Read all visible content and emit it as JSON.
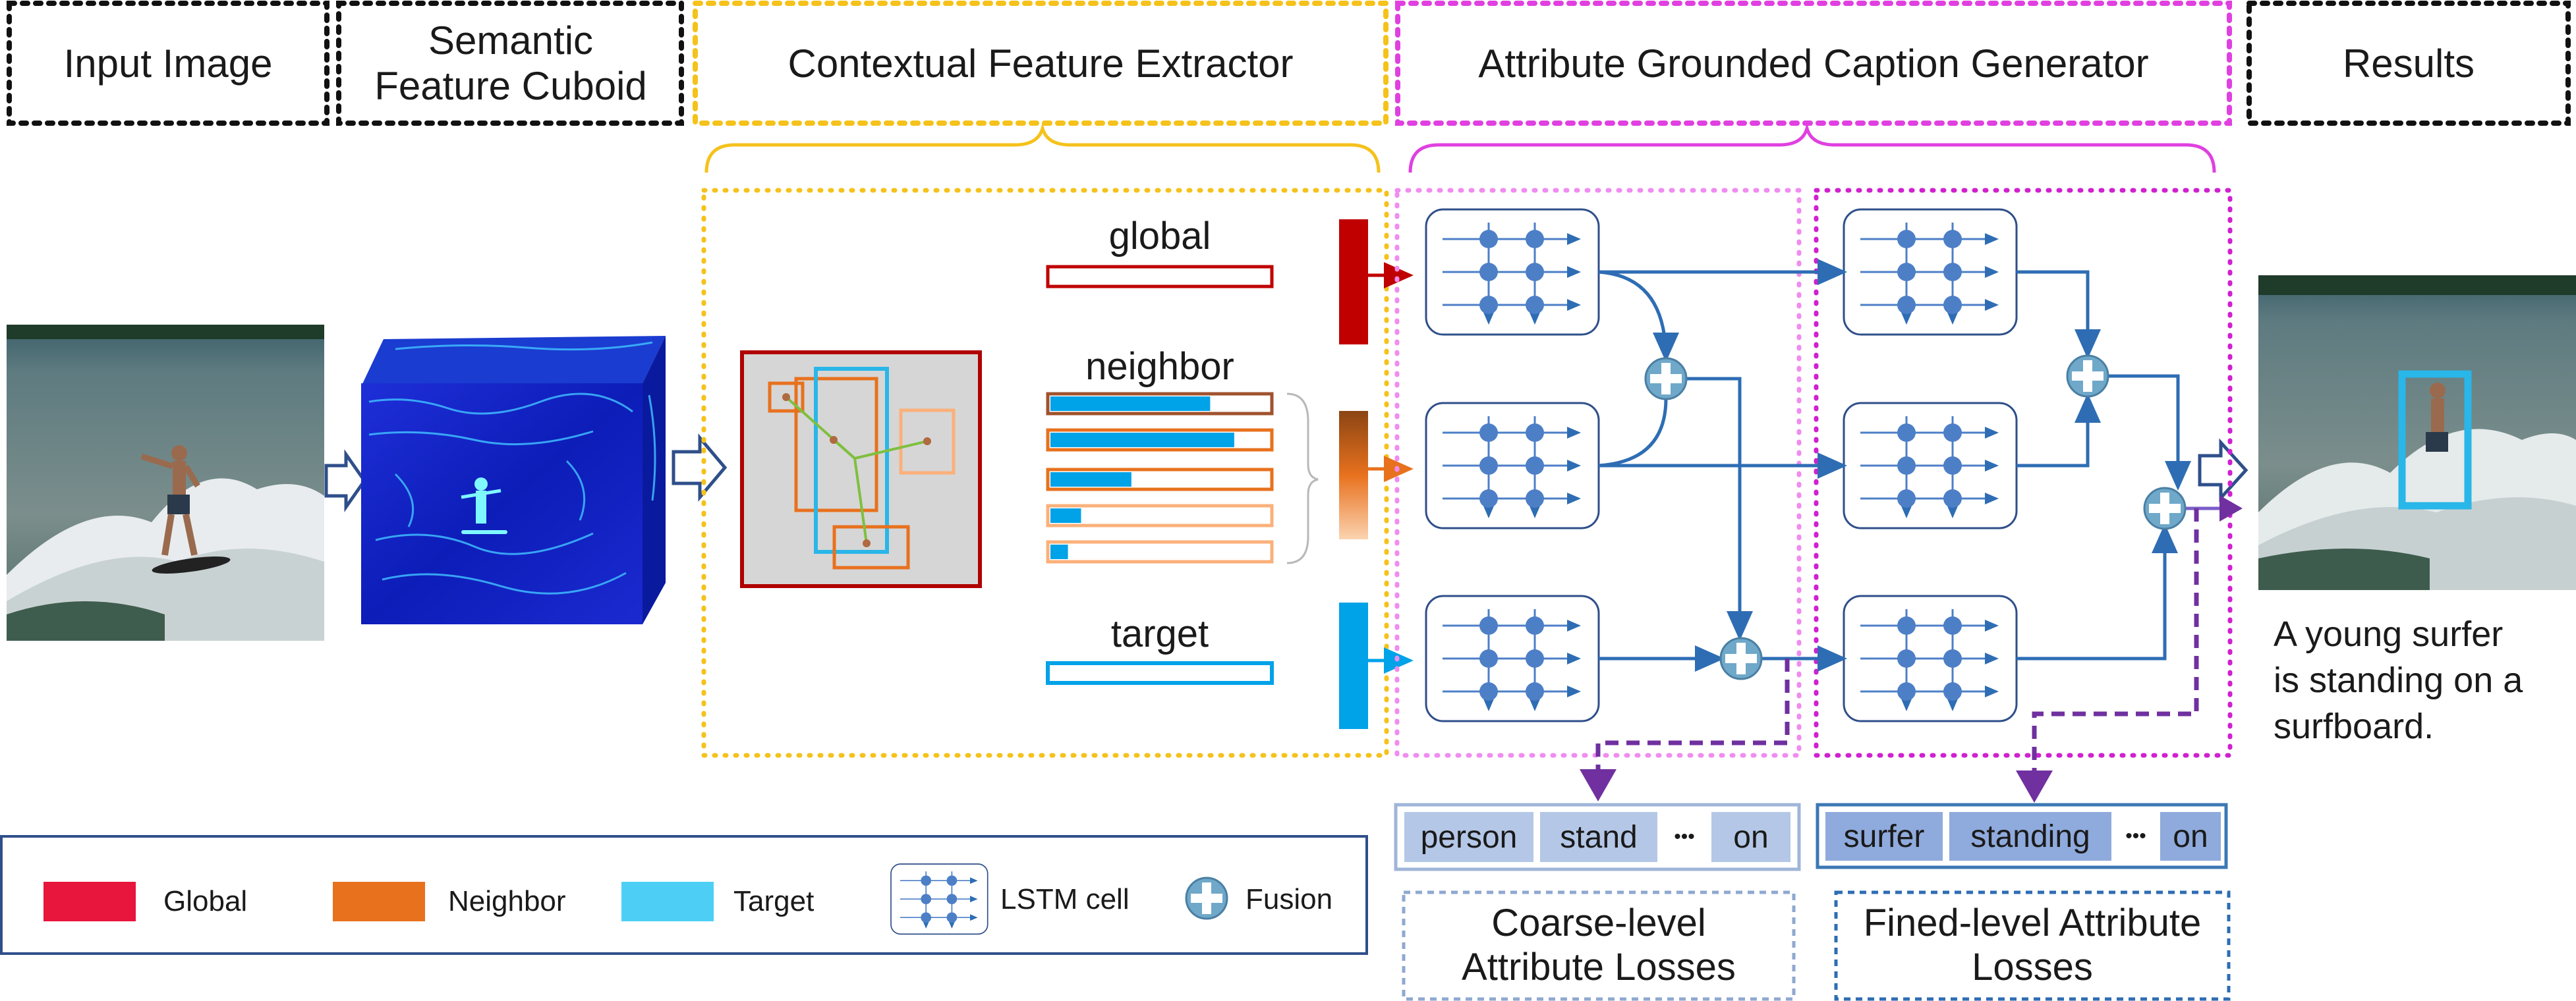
{
  "header": {
    "input_image": "Input Image",
    "semantic_cuboid": "Semantic Feature Cuboid",
    "contextual_extractor": "Contextual Feature Extractor",
    "caption_generator": "Attribute Grounded Caption Generator",
    "results": "Results"
  },
  "features": {
    "global": "global",
    "neighbor": "neighbor",
    "target": "target",
    "neighbor_fill_levels": [
      0.73,
      0.84,
      0.37,
      0.14,
      0.08
    ]
  },
  "result_caption": "A young surfer is standing on a surfboard.",
  "coarse_attributes": [
    "person",
    "stand",
    "on"
  ],
  "fine_attributes": [
    "surfer",
    "standing",
    "on"
  ],
  "ellipsis": "•••",
  "coarse_loss_label": "Coarse-level Attribute Losses",
  "fine_loss_label": "Fined-level Attribute Losses",
  "legend": {
    "global": "Global",
    "neighbor": "Neighbor",
    "target": "Target",
    "lstm": "LSTM cell",
    "fusion": "Fusion"
  },
  "colors": {
    "global": "#e8153c",
    "neighbor": "#e8711e",
    "target": "#4dcff5",
    "global_bar": "#c00000",
    "target_bar": "#00a2e8",
    "extractor_border": "#f5c21b",
    "generator_border": "#e040e0",
    "lstm_node": "#4d7fc7",
    "attr_coarse": "#b4c7e7",
    "attr_fine": "#8faadc",
    "dashed_purple": "#7030a0"
  }
}
